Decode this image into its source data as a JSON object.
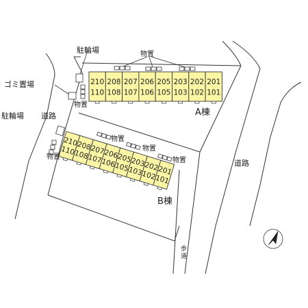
{
  "colors": {
    "building_fill": "#fbf6a6",
    "line": "#333333",
    "background": "#ffffff"
  },
  "labels": {
    "bicycle_parking_top": "駐輪場",
    "garbage_area": "ゴミ置場",
    "bicycle_parking_left": "駐輪場",
    "storage_top_a": "物置",
    "storage_left_a": "物置",
    "storage_left_b": "物置",
    "storage_b": "物置",
    "building_a": "A棟",
    "building_b": "B棟",
    "road_left": "道路",
    "road_right": "道路",
    "sidewalk": "歩道"
  },
  "building_a_units": [
    {
      "upper": "210",
      "lower": "110"
    },
    {
      "upper": "208",
      "lower": "108"
    },
    {
      "upper": "207",
      "lower": "107"
    },
    {
      "upper": "206",
      "lower": "106"
    },
    {
      "upper": "205",
      "lower": "105"
    },
    {
      "upper": "203",
      "lower": "103"
    },
    {
      "upper": "202",
      "lower": "102"
    },
    {
      "upper": "201",
      "lower": "101"
    }
  ],
  "building_b_units": [
    {
      "upper": "210",
      "lower": "110"
    },
    {
      "upper": "208",
      "lower": "108"
    },
    {
      "upper": "207",
      "lower": "107"
    },
    {
      "upper": "206",
      "lower": "106"
    },
    {
      "upper": "205",
      "lower": "105"
    },
    {
      "upper": "203",
      "lower": "103"
    },
    {
      "upper": "202",
      "lower": "102"
    },
    {
      "upper": "201",
      "lower": "101"
    }
  ],
  "compass_icon": "north-arrow-icon"
}
